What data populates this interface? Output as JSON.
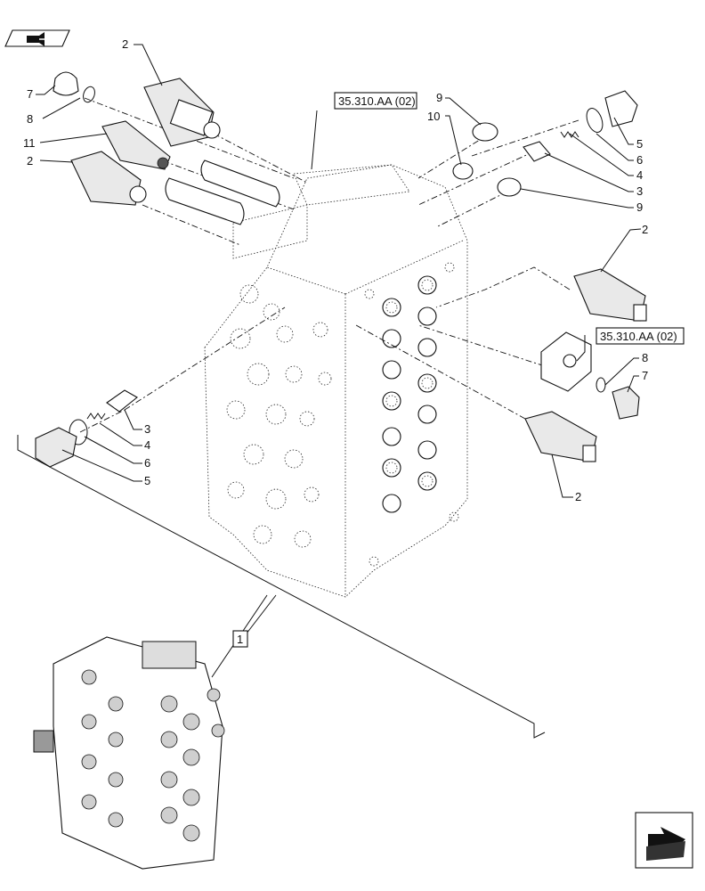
{
  "nav_icons": {
    "top_left": "previous-page-icon",
    "bottom_right": "next-page-icon"
  },
  "refs": {
    "top": "35.310.AA (02)",
    "right": "35.310.AA (02)"
  },
  "assembly_label": "1",
  "callouts": {
    "c2a": "2",
    "c7a": "7",
    "c8a": "8",
    "c11": "11",
    "c2b": "2",
    "c9a": "9",
    "c10": "10",
    "c5a": "5",
    "c6a": "6",
    "c4a": "4",
    "c3a": "3",
    "c9b": "9",
    "c2c": "2",
    "c8b": "8",
    "c7b": "7",
    "c2d": "2",
    "c3b": "3",
    "c4b": "4",
    "c6b": "6",
    "c5b": "5"
  }
}
